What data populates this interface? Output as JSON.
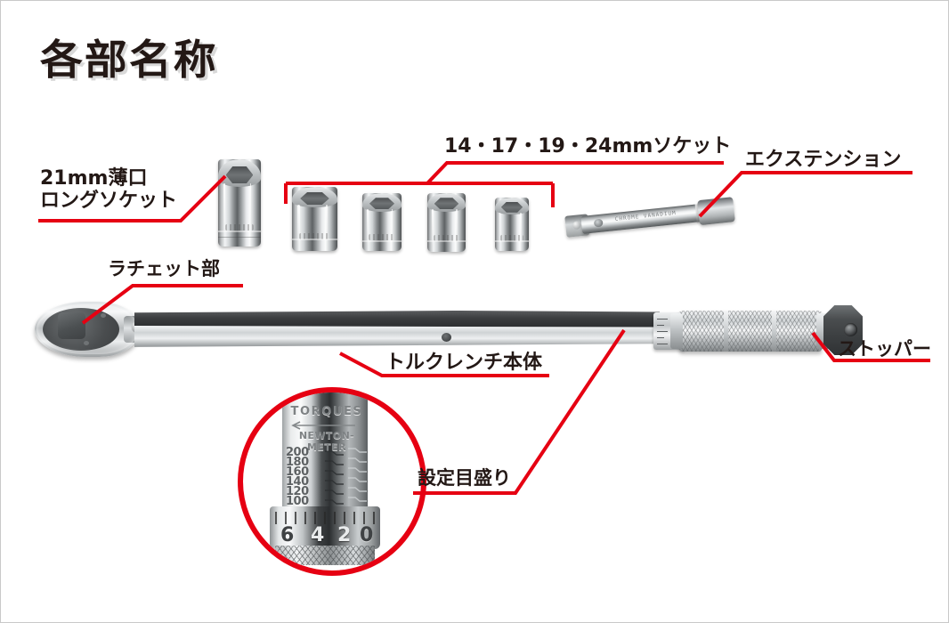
{
  "page": {
    "title": "各部名称",
    "accent_color": "#e60012",
    "text_color": "#231815",
    "background": "#ffffff"
  },
  "callouts": [
    {
      "id": "long-socket",
      "lines": [
        "21mm薄口",
        "ロングソケット"
      ],
      "target": "21mm thin-wall long socket"
    },
    {
      "id": "sockets",
      "lines": [
        "14・17・19・24mmソケット"
      ],
      "target": "four standard sockets"
    },
    {
      "id": "extension",
      "lines": [
        "エクステンション"
      ],
      "target": "extension bar"
    },
    {
      "id": "ratchet",
      "lines": [
        "ラチェット部"
      ],
      "target": "ratchet head"
    },
    {
      "id": "wrench-body",
      "lines": [
        "トルクレンチ本体"
      ],
      "target": "torque wrench body"
    },
    {
      "id": "stopper",
      "lines": [
        "ストッパー"
      ],
      "target": "end stopper cap"
    },
    {
      "id": "scale",
      "lines": [
        "設定目盛り"
      ],
      "target": "setting scale"
    }
  ],
  "scale_detail": {
    "torque_label": "TORQUES",
    "unit_label": "NEWTON-METER",
    "main_scale_values": [
      "200",
      "180",
      "160",
      "140",
      "120",
      "100"
    ],
    "collar_values": [
      "6",
      "4",
      "2",
      "0"
    ]
  },
  "extension_engraving": "CHROME VANADIUM"
}
